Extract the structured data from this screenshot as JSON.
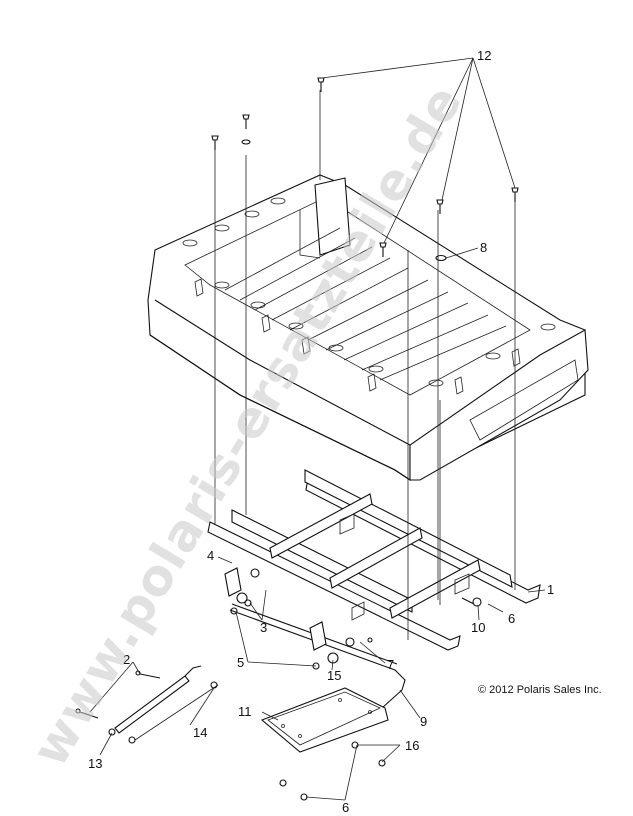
{
  "watermark": "www.polaris-ersatzteile.de",
  "copyright": "© 2012 Polaris Sales Inc.",
  "callouts": [
    "12",
    "8",
    "4",
    "3",
    "1",
    "10",
    "6",
    "2",
    "5",
    "15",
    "7",
    "11",
    "9",
    "16",
    "13",
    "14",
    "6"
  ]
}
